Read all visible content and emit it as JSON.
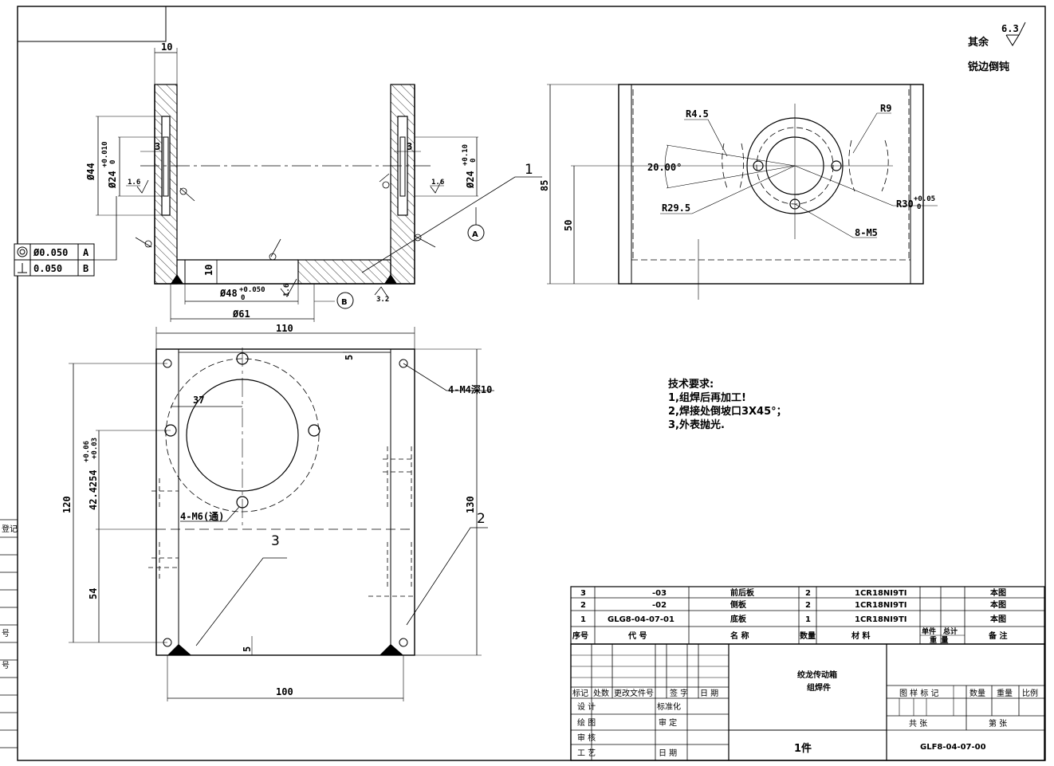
{
  "roughness": {
    "default": "其余",
    "value": "6.3",
    "note": "锐边倒钝"
  },
  "balloons": [
    "1",
    "2",
    "3"
  ],
  "datums": [
    "A",
    "B"
  ],
  "gdt": [
    {
      "symbol": "concentricity",
      "value": "Ø0.050",
      "ref": "A"
    },
    {
      "symbol": "perpendicularity",
      "value": "0.050",
      "ref": "B"
    }
  ],
  "section_view": {
    "top_thk": "10",
    "groove_l": "3",
    "groove_r": "3",
    "dia44": "Ø44",
    "dia24_l": "Ø24",
    "dia24_l_tol_up": "+0.010",
    "dia24_l_tol_lo": "0",
    "dia24_r": "Ø24",
    "dia24_r_tol_up": "+0.10",
    "dia24_r_tol_lo": "0",
    "ra_l": "1.6",
    "ra_r": "1.6",
    "ra_bottom": "1.6",
    "ra_chamfer": "3.2",
    "bottom_thk": "10",
    "dia48": "Ø48",
    "dia48_tol_up": "+0.050",
    "dia48_tol_lo": "0",
    "dia61": "Ø61"
  },
  "side_view": {
    "r45": "R4.5",
    "r9": "R9",
    "angle": "20.00°",
    "r295": "R29.5",
    "r30": "R30",
    "r30_tol_up": "+0.05",
    "r30_tol_lo": "0",
    "holes": "8-M5",
    "h85": "85",
    "h50": "50"
  },
  "plan_view": {
    "w110": "110",
    "h120": "120",
    "h130": "130",
    "d54": "54",
    "d37": "37",
    "d42": "42.4254",
    "d42_tol_up": "+0.06",
    "d42_tol_lo": "+0.03",
    "d5_top": "5",
    "d5_bot": "5",
    "w100": "100",
    "holes_m4": "4-M4深10",
    "holes_m6": "4-M6(通)"
  },
  "tech_req": {
    "title": "技术要求:",
    "items": [
      "1,组焊后再加工!",
      "2,焊接处倒坡口3X45°；",
      "3,外表抛光."
    ]
  },
  "bom": {
    "rows": [
      {
        "no": "3",
        "code": "-03",
        "name": "前后板",
        "qty": "2",
        "material": "1CR18NI9TI",
        "remark": "本图"
      },
      {
        "no": "2",
        "code": "-02",
        "name": "侧板",
        "qty": "2",
        "material": "1CR18NI9TI",
        "remark": "本图"
      },
      {
        "no": "1",
        "code": "GLG8-04-07-01",
        "name": "底板",
        "qty": "1",
        "material": "1CR18NI9TI",
        "remark": "本图"
      }
    ],
    "header": {
      "no": "序号",
      "code": "代 号",
      "name": "名 称",
      "qty": "数量",
      "material": "材 料",
      "unit": "单件",
      "total": "总计",
      "weight": "重 量",
      "remark": "备 注"
    }
  },
  "title_block": {
    "revision_labels": [
      "标记",
      "处数",
      "更改文件号",
      "签 字",
      "日 期"
    ],
    "roles": [
      "设 计",
      "绘 图",
      "审 核",
      "工 艺"
    ],
    "roles2": [
      "标准化",
      "审 定",
      "日 期"
    ],
    "title_line1": "绞龙传动箱",
    "title_line2": "组焊件",
    "qty": "1件",
    "drawing_no": "GLF8-04-07-00",
    "stage_labels": [
      "图 样 标 记",
      "数量",
      "重量",
      "比例"
    ],
    "sheet_total": "共     张",
    "sheet_no": "第     张"
  },
  "margin_labels": [
    "登记",
    "号",
    "号"
  ]
}
